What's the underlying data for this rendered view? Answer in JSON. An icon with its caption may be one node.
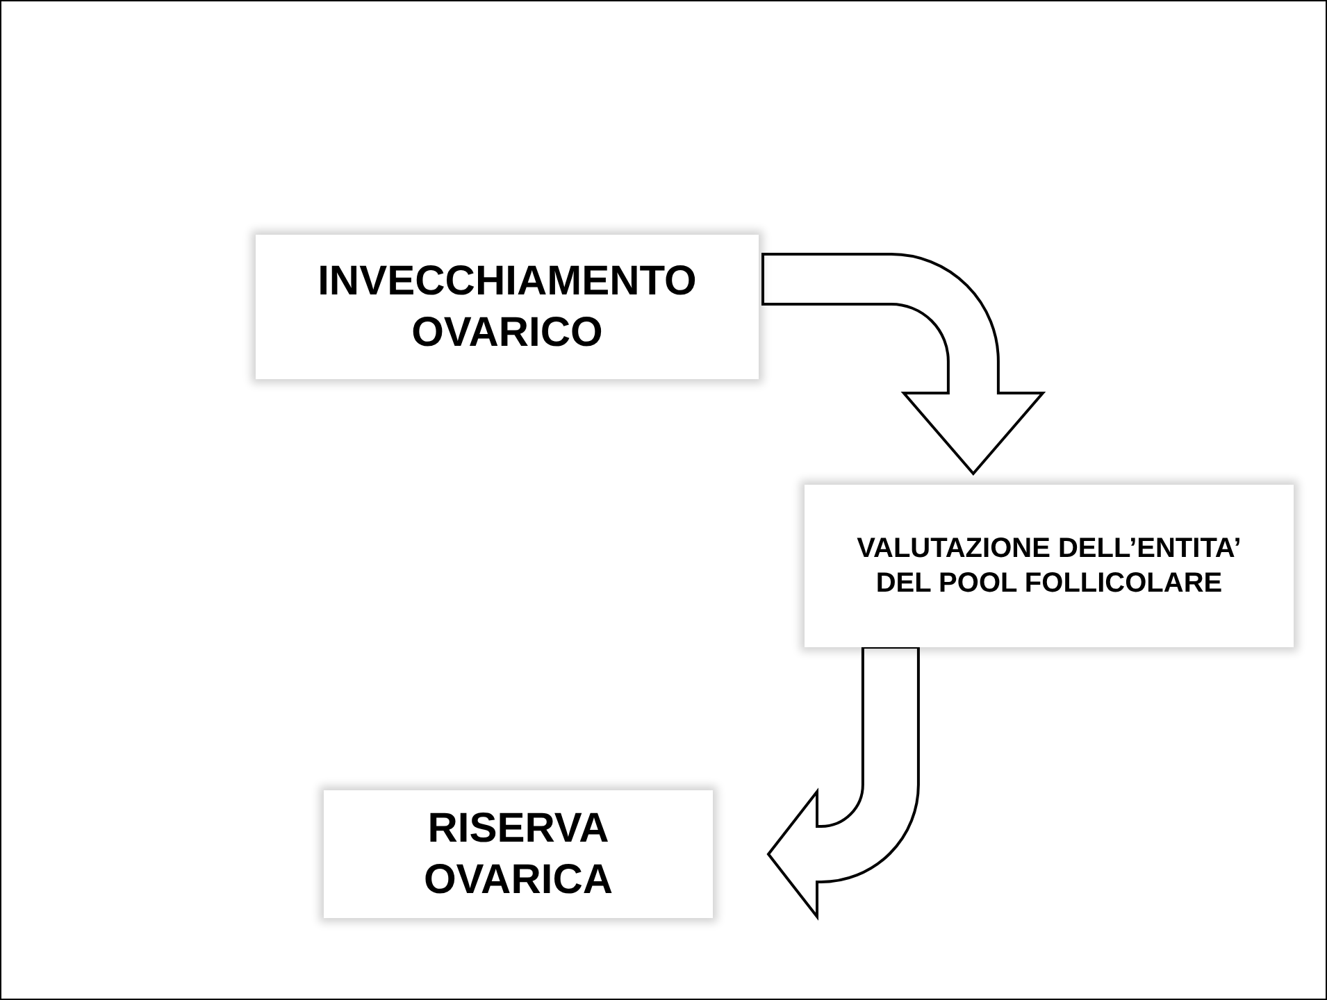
{
  "diagram": {
    "nodes": [
      {
        "text": [
          "INVECCHIAMENTO OVARICO"
        ]
      },
      {
        "text": [
          "VALUTAZIONE DELL’ENTITA’ DEL POOL FOLLICOLARE"
        ]
      },
      {
        "text": [
          "RISERVA OVARICA"
        ]
      }
    ],
    "edges": [
      {
        "from": 0,
        "to": 1,
        "arrow": "to"
      },
      {
        "from": 1,
        "to": 2,
        "arrow": "to"
      }
    ]
  }
}
